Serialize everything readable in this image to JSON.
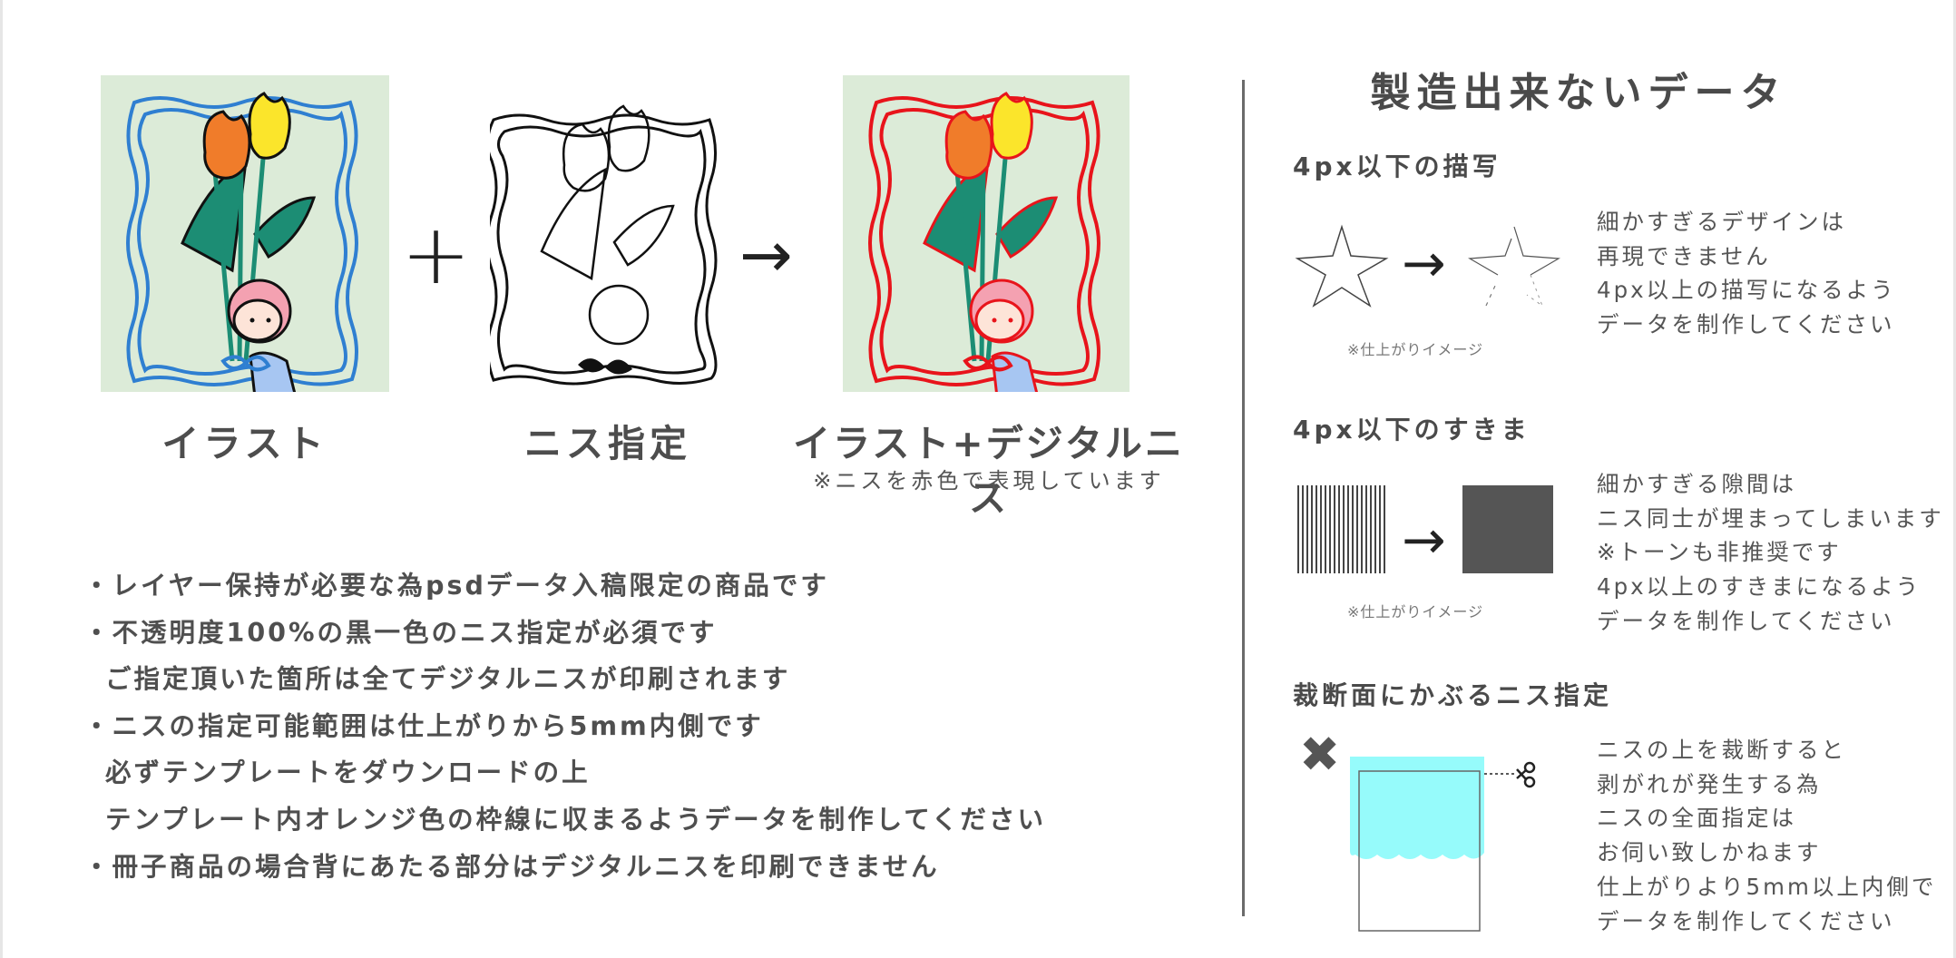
{
  "illustrations": {
    "label_illust": "イラスト",
    "label_varnish": "ニス指定",
    "label_combined": "イラスト+デジタルニス",
    "combined_note": "※ニスを赤色で表現しています",
    "plus_symbol": "+",
    "arrow_symbol": "→"
  },
  "notes": [
    "・レイヤー保持が必要な為psdデータ入稿限定の商品です",
    "・不透明度100%の黒一色のニス指定が必須です",
    "ご指定頂いた箇所は全てデジタルニスが印刷されます",
    "・ニスの指定可能範囲は仕上がりから5mm内側です",
    "必ずテンプレートをダウンロードの上",
    "テンプレート内オレンジ色の枠線に収まるようデータを制作してください",
    "・冊子商品の場合背にあたる部分はデジタルニスを印刷できません"
  ],
  "unmanufacturable": {
    "title": "製造出来ないデータ",
    "sections": [
      {
        "heading": "4px以下の描写",
        "note": "※仕上がりイメージ",
        "arrow": "→",
        "desc": [
          "細かすぎるデザインは",
          "再現できません",
          "4px以上の描写になるよう",
          "データを制作してください"
        ]
      },
      {
        "heading": "4px以下のすきま",
        "note": "※仕上がりイメージ",
        "arrow": "→",
        "desc": [
          "細かすぎる隙間は",
          "ニス同士が埋まってしまいます",
          "※トーンも非推奨です",
          "4px以上のすきまになるよう",
          "データを制作してください"
        ]
      },
      {
        "heading": "裁断面にかぶるニス指定",
        "cross_mark": "✖",
        "desc": [
          "ニスの上を裁断すると",
          "剥がれが発生する為",
          "ニスの全面指定は",
          "お伺い致しかねます",
          "仕上がりより5mm以上内側で",
          "データを制作してください"
        ]
      }
    ]
  },
  "colors": {
    "panel_bg": "#dcebd8",
    "frame_blue": "#2f7fd1",
    "varnish_red": "#e8141b",
    "tulip_orange": "#f07c2a",
    "tulip_yellow": "#fbe52b",
    "leaf_green": "#1c8d74",
    "dark_square": "#555555",
    "cyan_varnish": "#96fbfb"
  },
  "icons": {
    "bouquet": "girl-with-tulip-bouquet-illustration",
    "star": "star-outline-icon",
    "scissors": "scissors-icon",
    "cross": "cross-mark-icon"
  }
}
